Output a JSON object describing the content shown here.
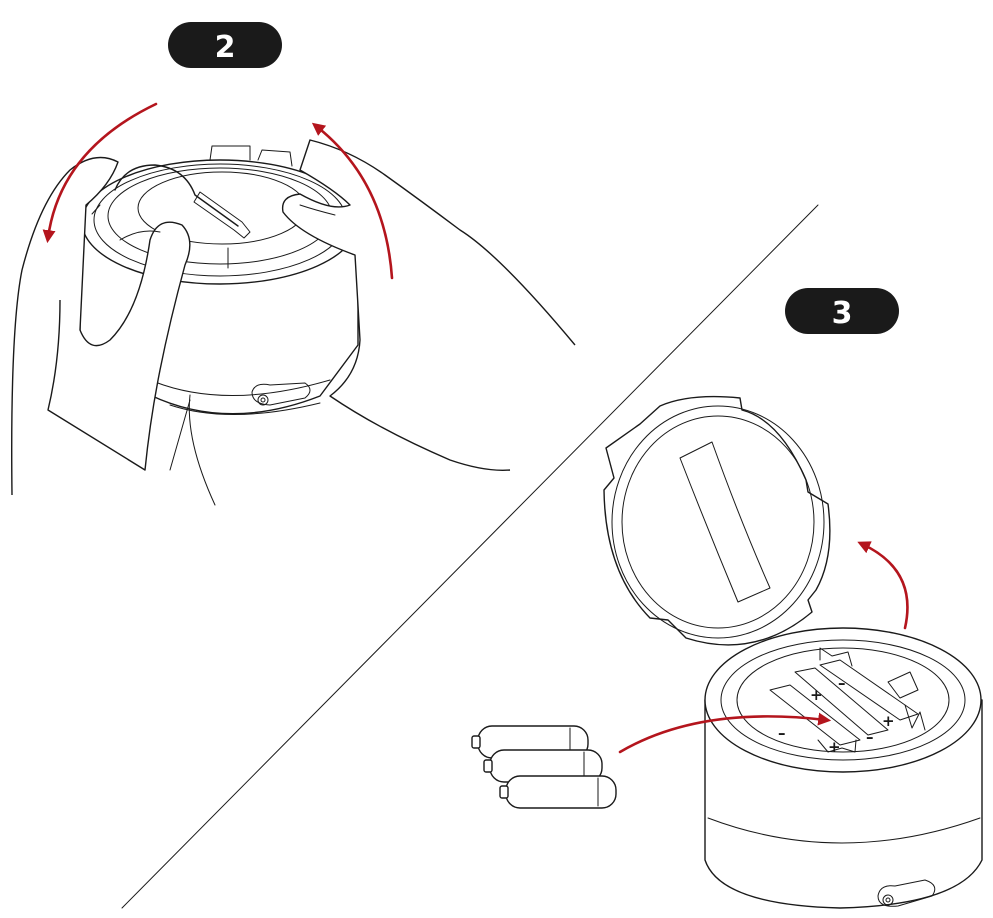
{
  "steps": [
    {
      "number": "2",
      "action": "rotate-and-lift-lid"
    },
    {
      "number": "3",
      "action": "remove-lid-insert-batteries"
    }
  ],
  "battery_polarity": {
    "plus": "+",
    "minus": "–"
  },
  "battery_count": 3,
  "colors": {
    "line_art": "#1a1a1a",
    "arrow": "#b4151d",
    "badge_fill": "#1a1a1a",
    "badge_text": "#ffffff",
    "background": "#ffffff"
  },
  "icons": [
    "curved-arrow-icon",
    "power-button-icon",
    "battery-icon"
  ]
}
